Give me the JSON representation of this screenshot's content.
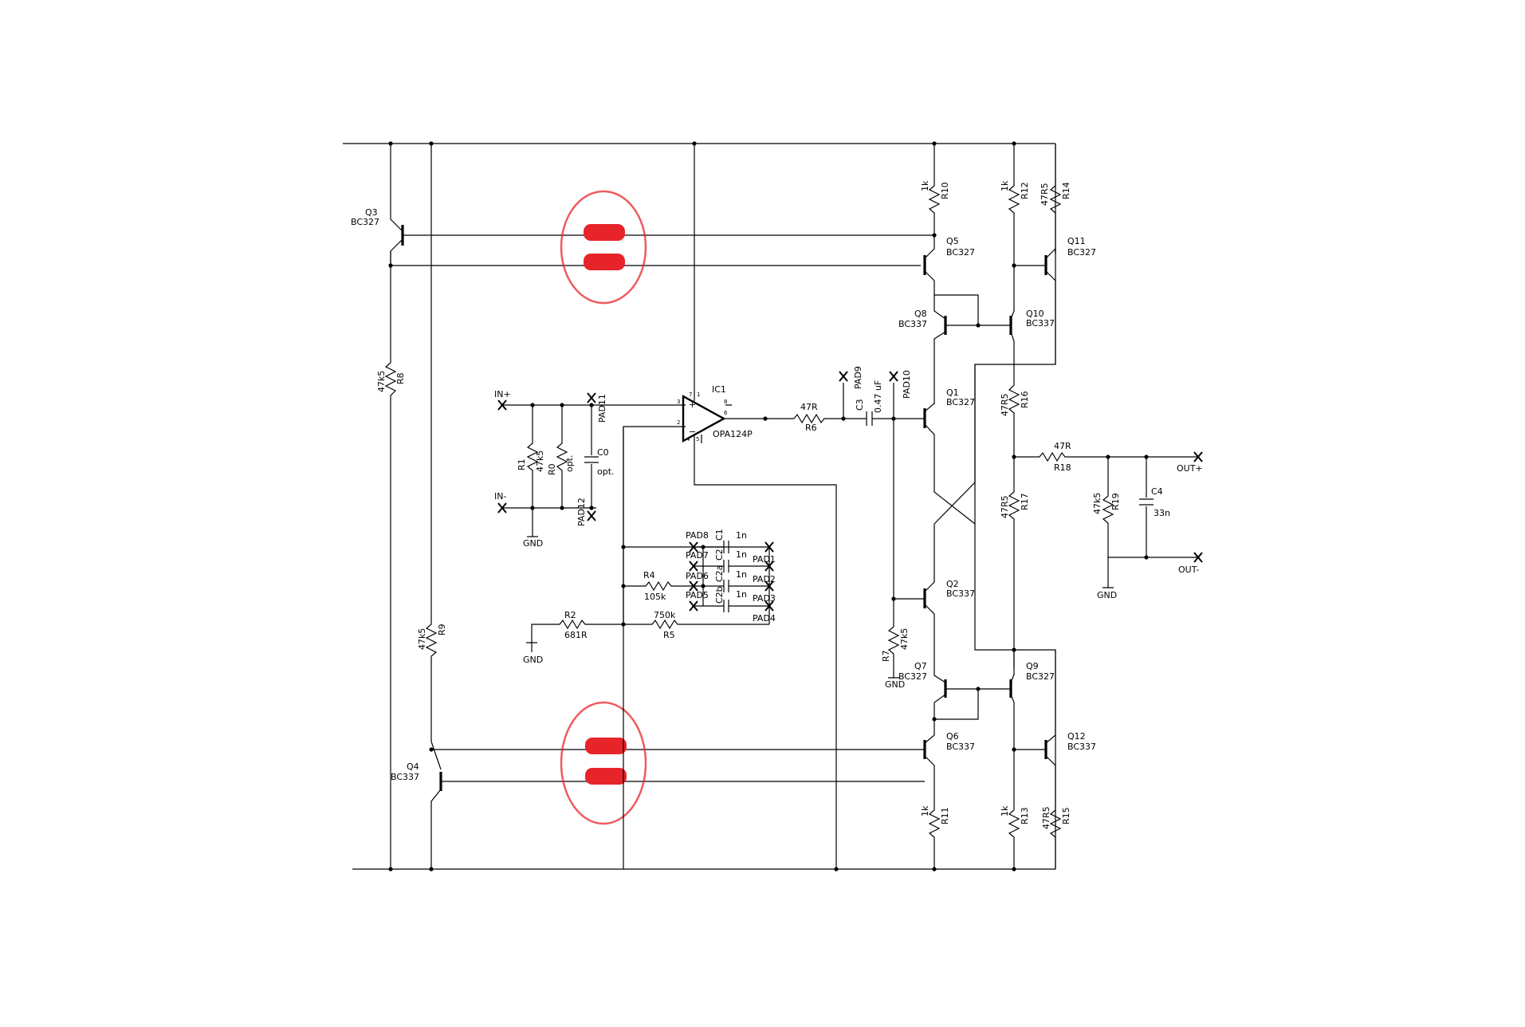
{
  "labels": {
    "Q3": "Q3",
    "Q3t": "BC327",
    "Q4": "Q4",
    "Q4t": "BC337",
    "Q5": "Q5",
    "Q5t": "BC327",
    "Q6": "Q6",
    "Q6t": "BC337",
    "Q8": "Q8",
    "Q8t": "BC337",
    "Q10": "Q10",
    "Q10t": "BC337",
    "Q11": "Q11",
    "Q11t": "BC327",
    "Q1": "Q1",
    "Q1t": "BC327",
    "Q2": "Q2",
    "Q2t": "BC337",
    "Q7": "Q7",
    "Q7t": "BC327",
    "Q9": "Q9",
    "Q9t": "BC327",
    "Q12": "Q12",
    "Q12t": "BC337",
    "IC1": "IC1",
    "IC1t": "OPA124P",
    "R1": "R1",
    "R1v": "47k5",
    "R0": "R0",
    "R0v": "opt.",
    "C0": "C0",
    "C0v": "opt.",
    "PAD11": "PAD11",
    "PAD12": "PAD12",
    "INp": "IN+",
    "INm": "IN-",
    "GND1": "GND",
    "GND2": "GND",
    "GND3": "GND",
    "GND4": "GND",
    "R6": "R6",
    "R6v": "47R",
    "C3": "C3",
    "C3v": "0.47 uF",
    "PAD9": "PAD9",
    "PAD10": "PAD10",
    "R8": "R8",
    "R8v": "47k5",
    "R9": "R9",
    "R9v": "47k5",
    "R10": "R10",
    "R10v": "1k",
    "R11": "R11",
    "R11v": "1k",
    "R12": "R12",
    "R12v": "1k",
    "R13": "R13",
    "R13v": "1k",
    "R14": "R14",
    "R14v": "47R5",
    "R15": "R15",
    "R15v": "47R5",
    "R16": "R16",
    "R16v": "47R5",
    "R17": "R17",
    "R17v": "47R5",
    "R18": "R18",
    "R18v": "47R",
    "R19": "R19",
    "R19v": "47k5",
    "C4": "C4",
    "C4v": "33n",
    "OUTp": "OUT+",
    "OUTm": "OUT-",
    "R7": "R7",
    "R7v": "47k5",
    "R2": "R2",
    "R2v": "681R",
    "R4": "R4",
    "R4v": "105k",
    "R5": "R5",
    "R5v": "750k",
    "C1": "C1",
    "C1v": "1n",
    "C2": "C2",
    "C2v": "1n",
    "C2a": "C2a",
    "C2av": "1n",
    "C2b": "C2b",
    "C2bv": "1n",
    "PAD1": "PAD1",
    "PAD2": "PAD2",
    "PAD3": "PAD3",
    "PAD4": "PAD4",
    "PAD5": "PAD5",
    "PAD6": "PAD6",
    "PAD7": "PAD7",
    "PAD8": "PAD8",
    "pin2": "2",
    "pin3": "3",
    "pin4": "4",
    "pin5": "5",
    "pin6": "6",
    "pin7": "7",
    "pin8": "8",
    "pin1": "1"
  },
  "annotation_color": "#e8242b"
}
